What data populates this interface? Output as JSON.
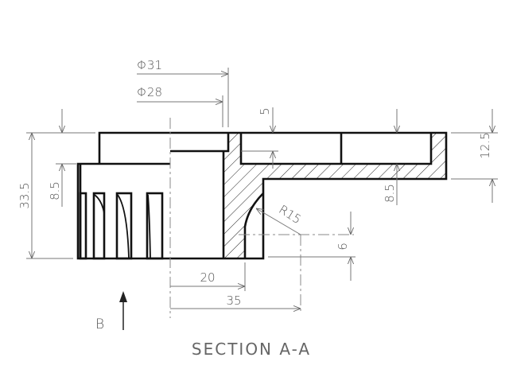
{
  "drawing": {
    "title": "SECTION A-A",
    "view_label": "B",
    "dimensions": {
      "dia_outer": "Φ31",
      "dia_inner": "Φ28",
      "height_total": "33.5",
      "step_left": "8.5",
      "pocket_depth": "5",
      "flange_step": "8.5",
      "flange_height": "12.5",
      "radius": "R15",
      "offset": "6",
      "width_20": "20",
      "width_35": "35"
    },
    "colors": {
      "outline": "#111111",
      "dimension": "#777777"
    }
  }
}
